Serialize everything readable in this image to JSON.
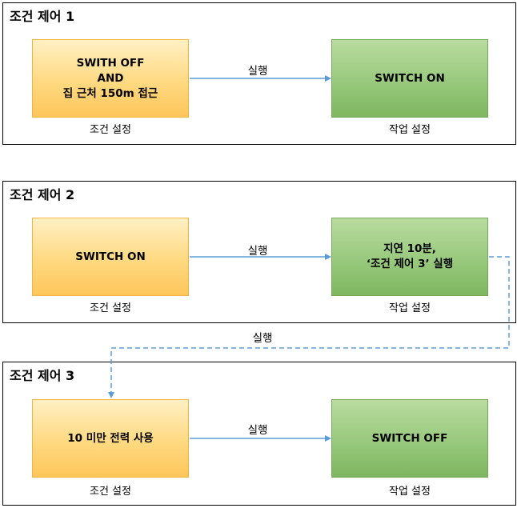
{
  "colors": {
    "condition_fill": "#ffd981",
    "condition_border": "#f6b243",
    "action_fill": "#98c97d",
    "action_border": "#7aa55d",
    "arrow": "#5b9bd5"
  },
  "panels": [
    {
      "title": "조건 제어 1",
      "condition": {
        "text": "SWITH OFF\nAND\n집 근처 150m 접근",
        "caption": "조건 설정"
      },
      "arrow_label": "실행",
      "action": {
        "text": "SWITCH ON",
        "caption": "작업 설정"
      }
    },
    {
      "title": "조건 제어 2",
      "condition": {
        "text": "SWITCH ON",
        "caption": "조건 설정"
      },
      "arrow_label": "실행",
      "action": {
        "text": "지연 10분,\n‘조건 제어 3’ 실행",
        "caption": "작업 설정"
      }
    },
    {
      "title": "조건 제어 3",
      "condition": {
        "text": "10 미만 전력 사용",
        "caption": "조건 설정"
      },
      "arrow_label": "실행",
      "action": {
        "text": "SWITCH OFF",
        "caption": "작업 설정"
      }
    }
  ],
  "link": {
    "label": "실행"
  }
}
